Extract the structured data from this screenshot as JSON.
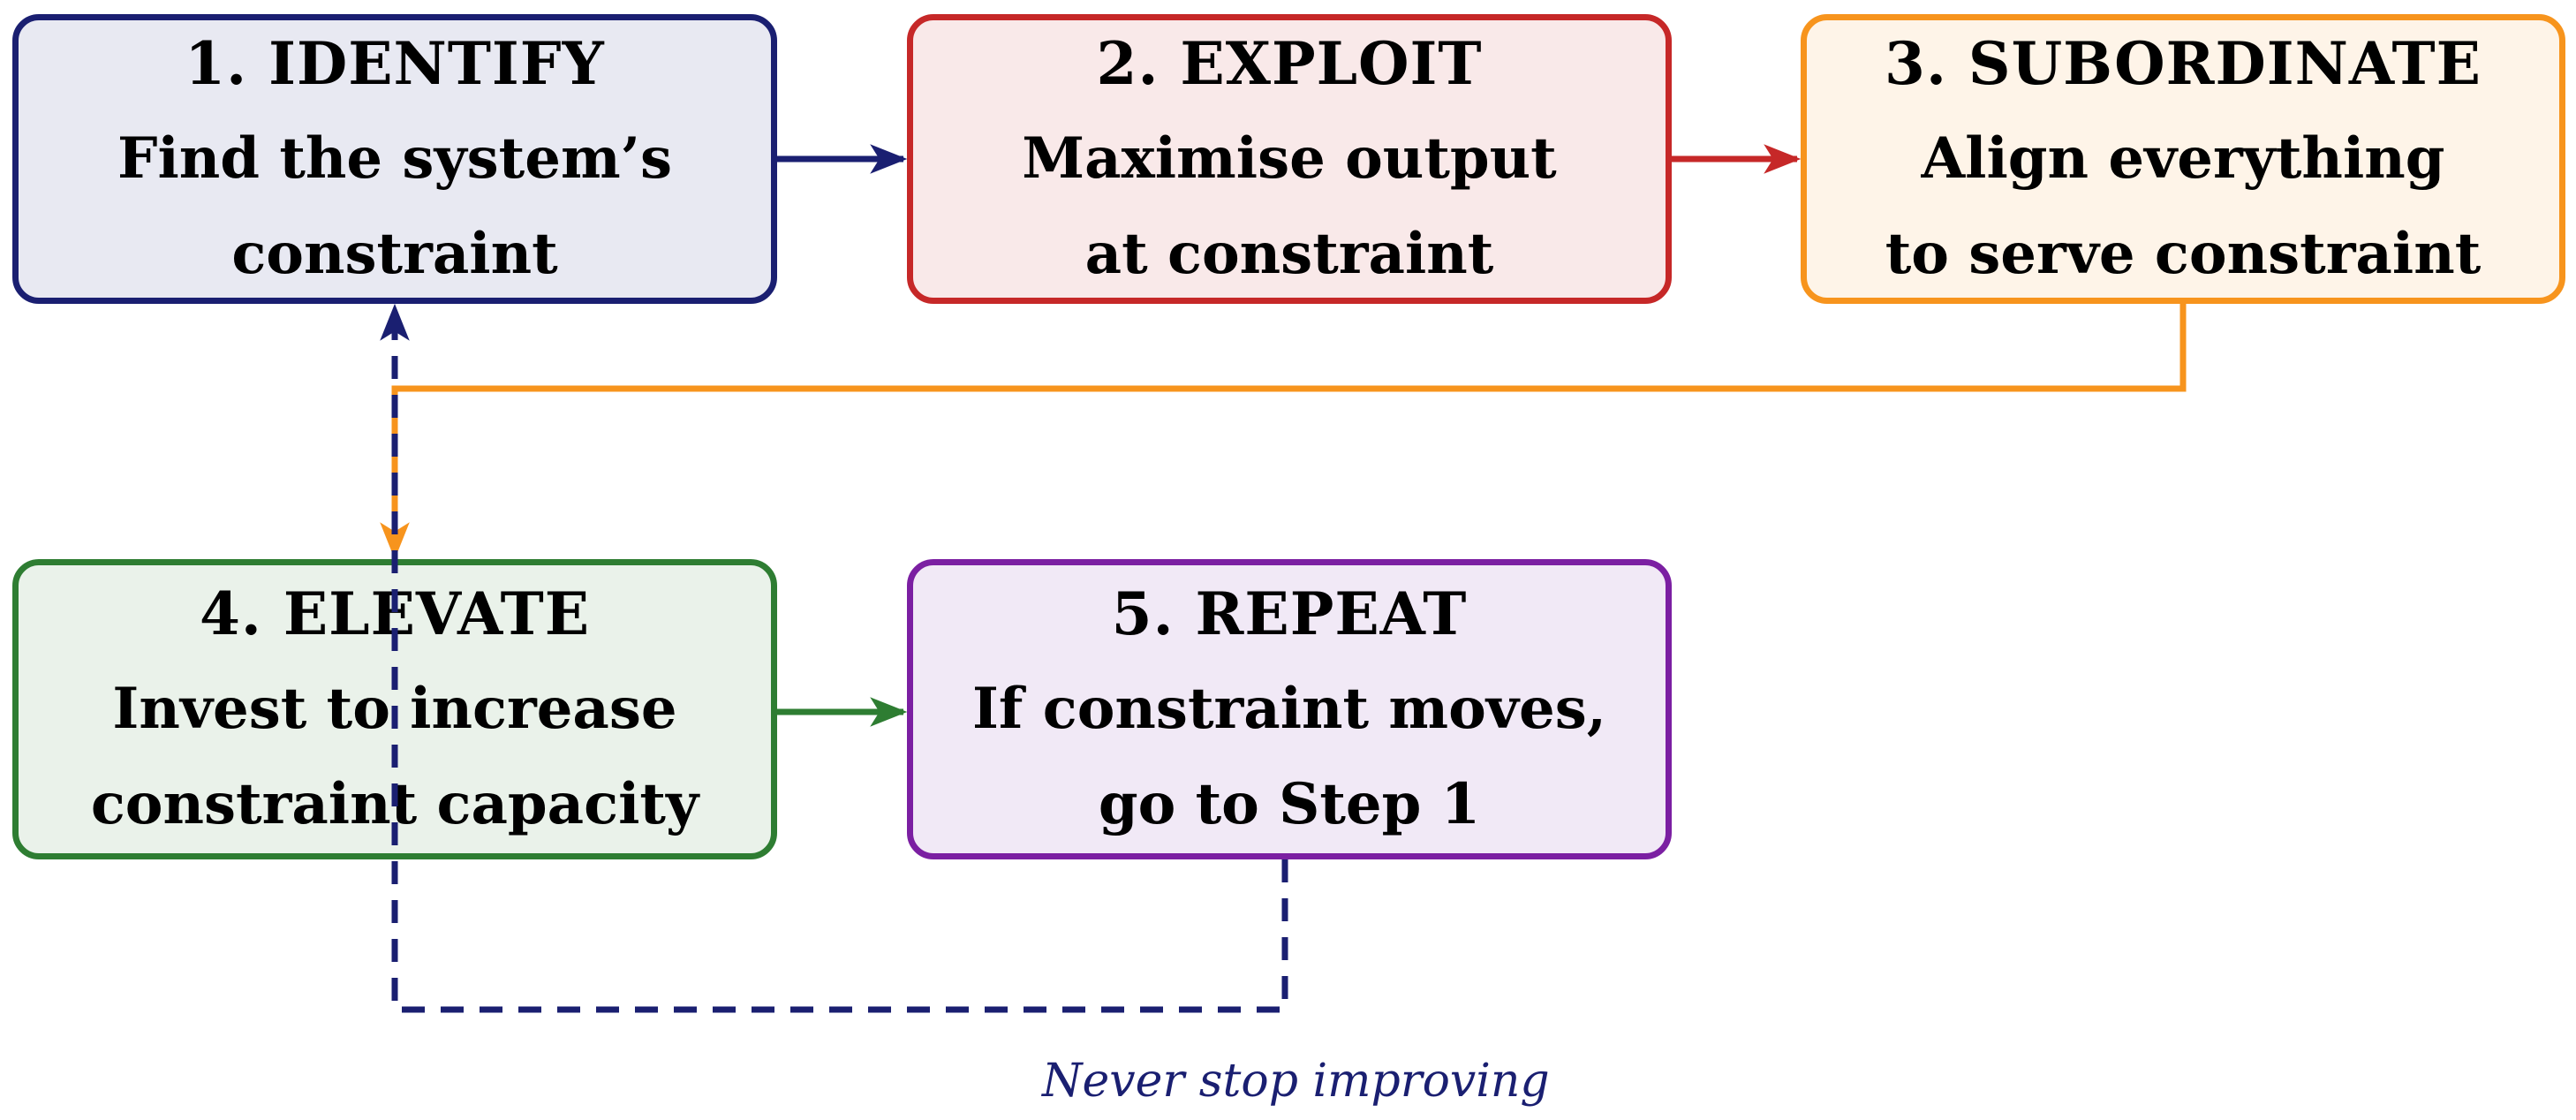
{
  "colors": {
    "identify_border": "#1a1f71",
    "identify_fill": "#e8e9f2",
    "exploit_border": "#c62828",
    "exploit_fill": "#f9e9e9",
    "subordinate_border": "#f7941d",
    "subordinate_fill": "#fef4e8",
    "elevate_border": "#2e7d32",
    "elevate_fill": "#eaf2ea",
    "repeat_border": "#7b1fa2",
    "repeat_fill": "#f1e9f6",
    "loop_line": "#1a1f71"
  },
  "steps": [
    {
      "id": "identify",
      "heading": "1.  IDENTIFY",
      "line1": "Find the system’s",
      "line2": "constraint"
    },
    {
      "id": "exploit",
      "heading": "2.  EXPLOIT",
      "line1": "Maximise output",
      "line2": "at constraint"
    },
    {
      "id": "subordinate",
      "heading": "3.  SUBORDINATE",
      "line1": "Align everything",
      "line2": "to serve constraint"
    },
    {
      "id": "elevate",
      "heading": "4.  ELEVATE",
      "line1": "Invest to increase",
      "line2": "constraint capacity"
    },
    {
      "id": "repeat",
      "heading": "5.  REPEAT",
      "line1": "If constraint moves,",
      "line2": "go to Step 1"
    }
  ],
  "loop_caption": "Never stop improving"
}
